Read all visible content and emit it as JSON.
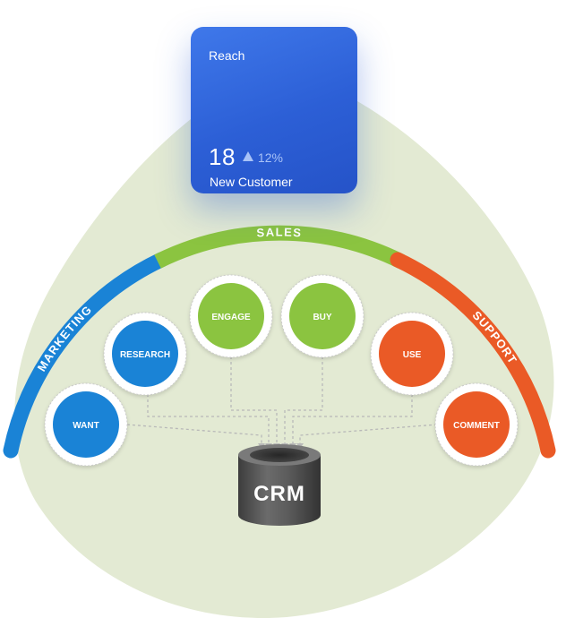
{
  "card": {
    "title": "Reach",
    "value": "18",
    "delta": "12%",
    "label": "New Customer",
    "delta_icon": "triangle-up-icon"
  },
  "arcs": {
    "marketing": {
      "label": "MARKETING",
      "color": "#1a83d6"
    },
    "sales": {
      "label": "SALES",
      "color": "#8bc440"
    },
    "support": {
      "label": "SUPPORT",
      "color": "#ea5a26"
    }
  },
  "stages": {
    "want": "WANT",
    "research": "RESEARCH",
    "engage": "ENGAGE",
    "buy": "BUY",
    "use": "USE",
    "comment": "COMMENT"
  },
  "crm": {
    "label": "CRM"
  },
  "colors": {
    "blob": "#e3ead3",
    "card": "#2f63d8",
    "cylinder": "#5a5a5a"
  }
}
